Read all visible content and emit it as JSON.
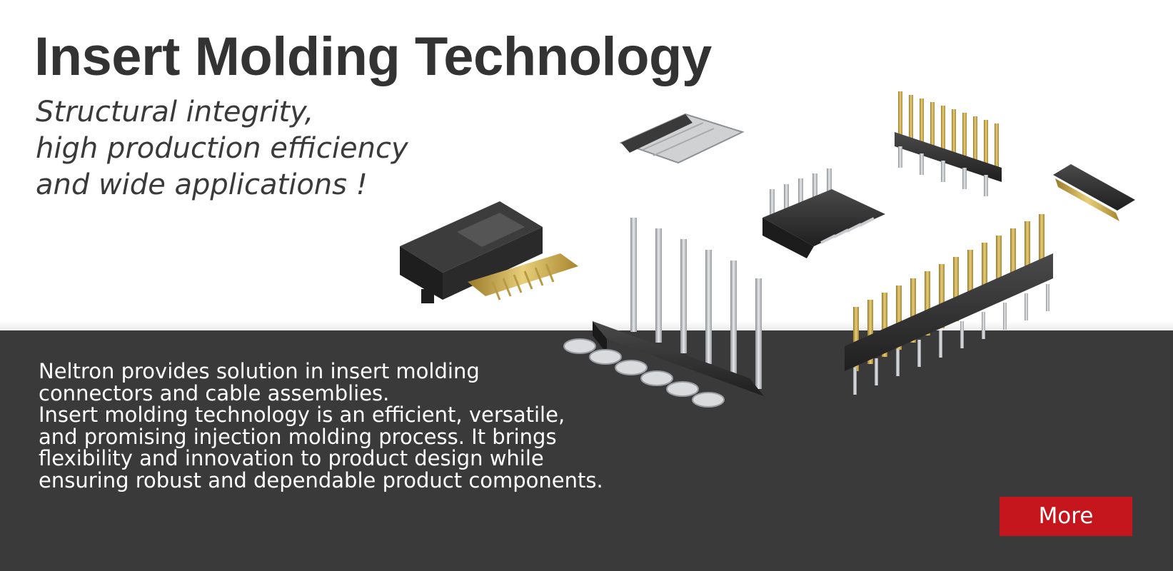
{
  "banner": {
    "title": "Insert Molding Technology",
    "subtitle_lines": [
      "Structural integrity,",
      "high production efficiency",
      "and wide applications !"
    ],
    "description_lines": [
      "Neltron provides solution in insert molding",
      "connectors and cable assemblies.",
      "Insert molding technology is an efficient, versatile,",
      "and promising injection molding process. It brings",
      "flexibility and innovation to product design while",
      "ensuring robust and dependable product components."
    ],
    "more_label": "More"
  },
  "colors": {
    "title": "#333333",
    "dark_band": "#3a3a3a",
    "button": "#c4161c",
    "housing": "#2b2b2b",
    "gold_pin": "#c9a648",
    "silver_pin": "#b9bcbf"
  },
  "products": [
    "sata-connector",
    "right-angle-pin-header",
    "smt-card-socket",
    "board-to-wire-connector",
    "dual-row-pin-header",
    "board-to-board-connector",
    "long-single-row-pin-header"
  ]
}
